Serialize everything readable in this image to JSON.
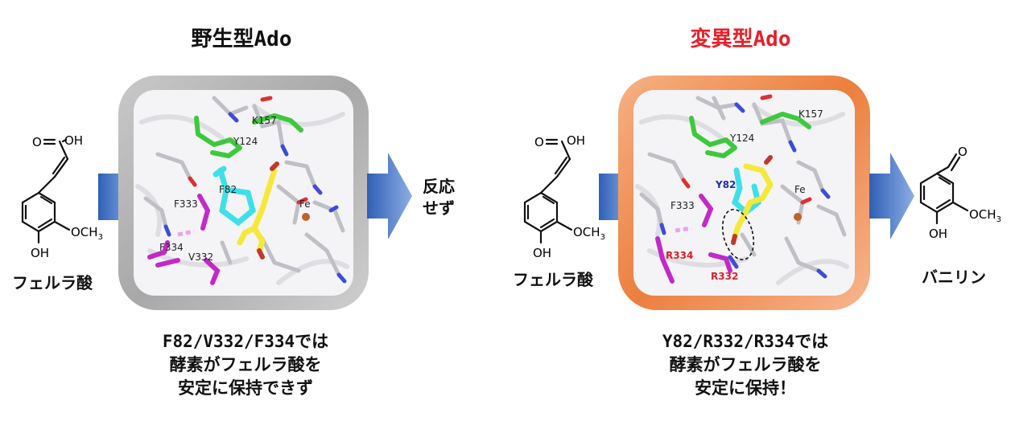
{
  "wild_type": {
    "title": "野生型Ado",
    "substrate_name": "フェルラ酸",
    "result_lines": [
      "反応",
      "せず"
    ],
    "residue_labels": [
      "K157",
      "Y124",
      "F82",
      "F333",
      "F334",
      "V332",
      "Fe"
    ],
    "caption_lines": [
      "F82/V332/F334では",
      "酵素がフェルラ酸を",
      "安定に保持できず"
    ]
  },
  "mutant": {
    "title": "変異型Ado",
    "substrate_name": "フェルラ酸",
    "product_name": "バニリン",
    "residue_labels": [
      "K157",
      "Y124",
      "Y82",
      "F333",
      "R334",
      "R332",
      "Fe"
    ],
    "caption_lines": [
      "Y82/R332/R334では",
      "酵素がフェルラ酸を",
      "安定に保持！"
    ]
  },
  "chem_labels": {
    "o": "O",
    "oh": "OH",
    "och3": "OCH",
    "och3_sub": "3"
  },
  "colors": {
    "mutant_title": "#e8202a",
    "wild_frame": "#b0b0b0",
    "mutant_frame": "#f0945c",
    "arrow": "#4f7ccc",
    "y82_label": "#1a2fb5",
    "r_label": "#e01e2a"
  }
}
